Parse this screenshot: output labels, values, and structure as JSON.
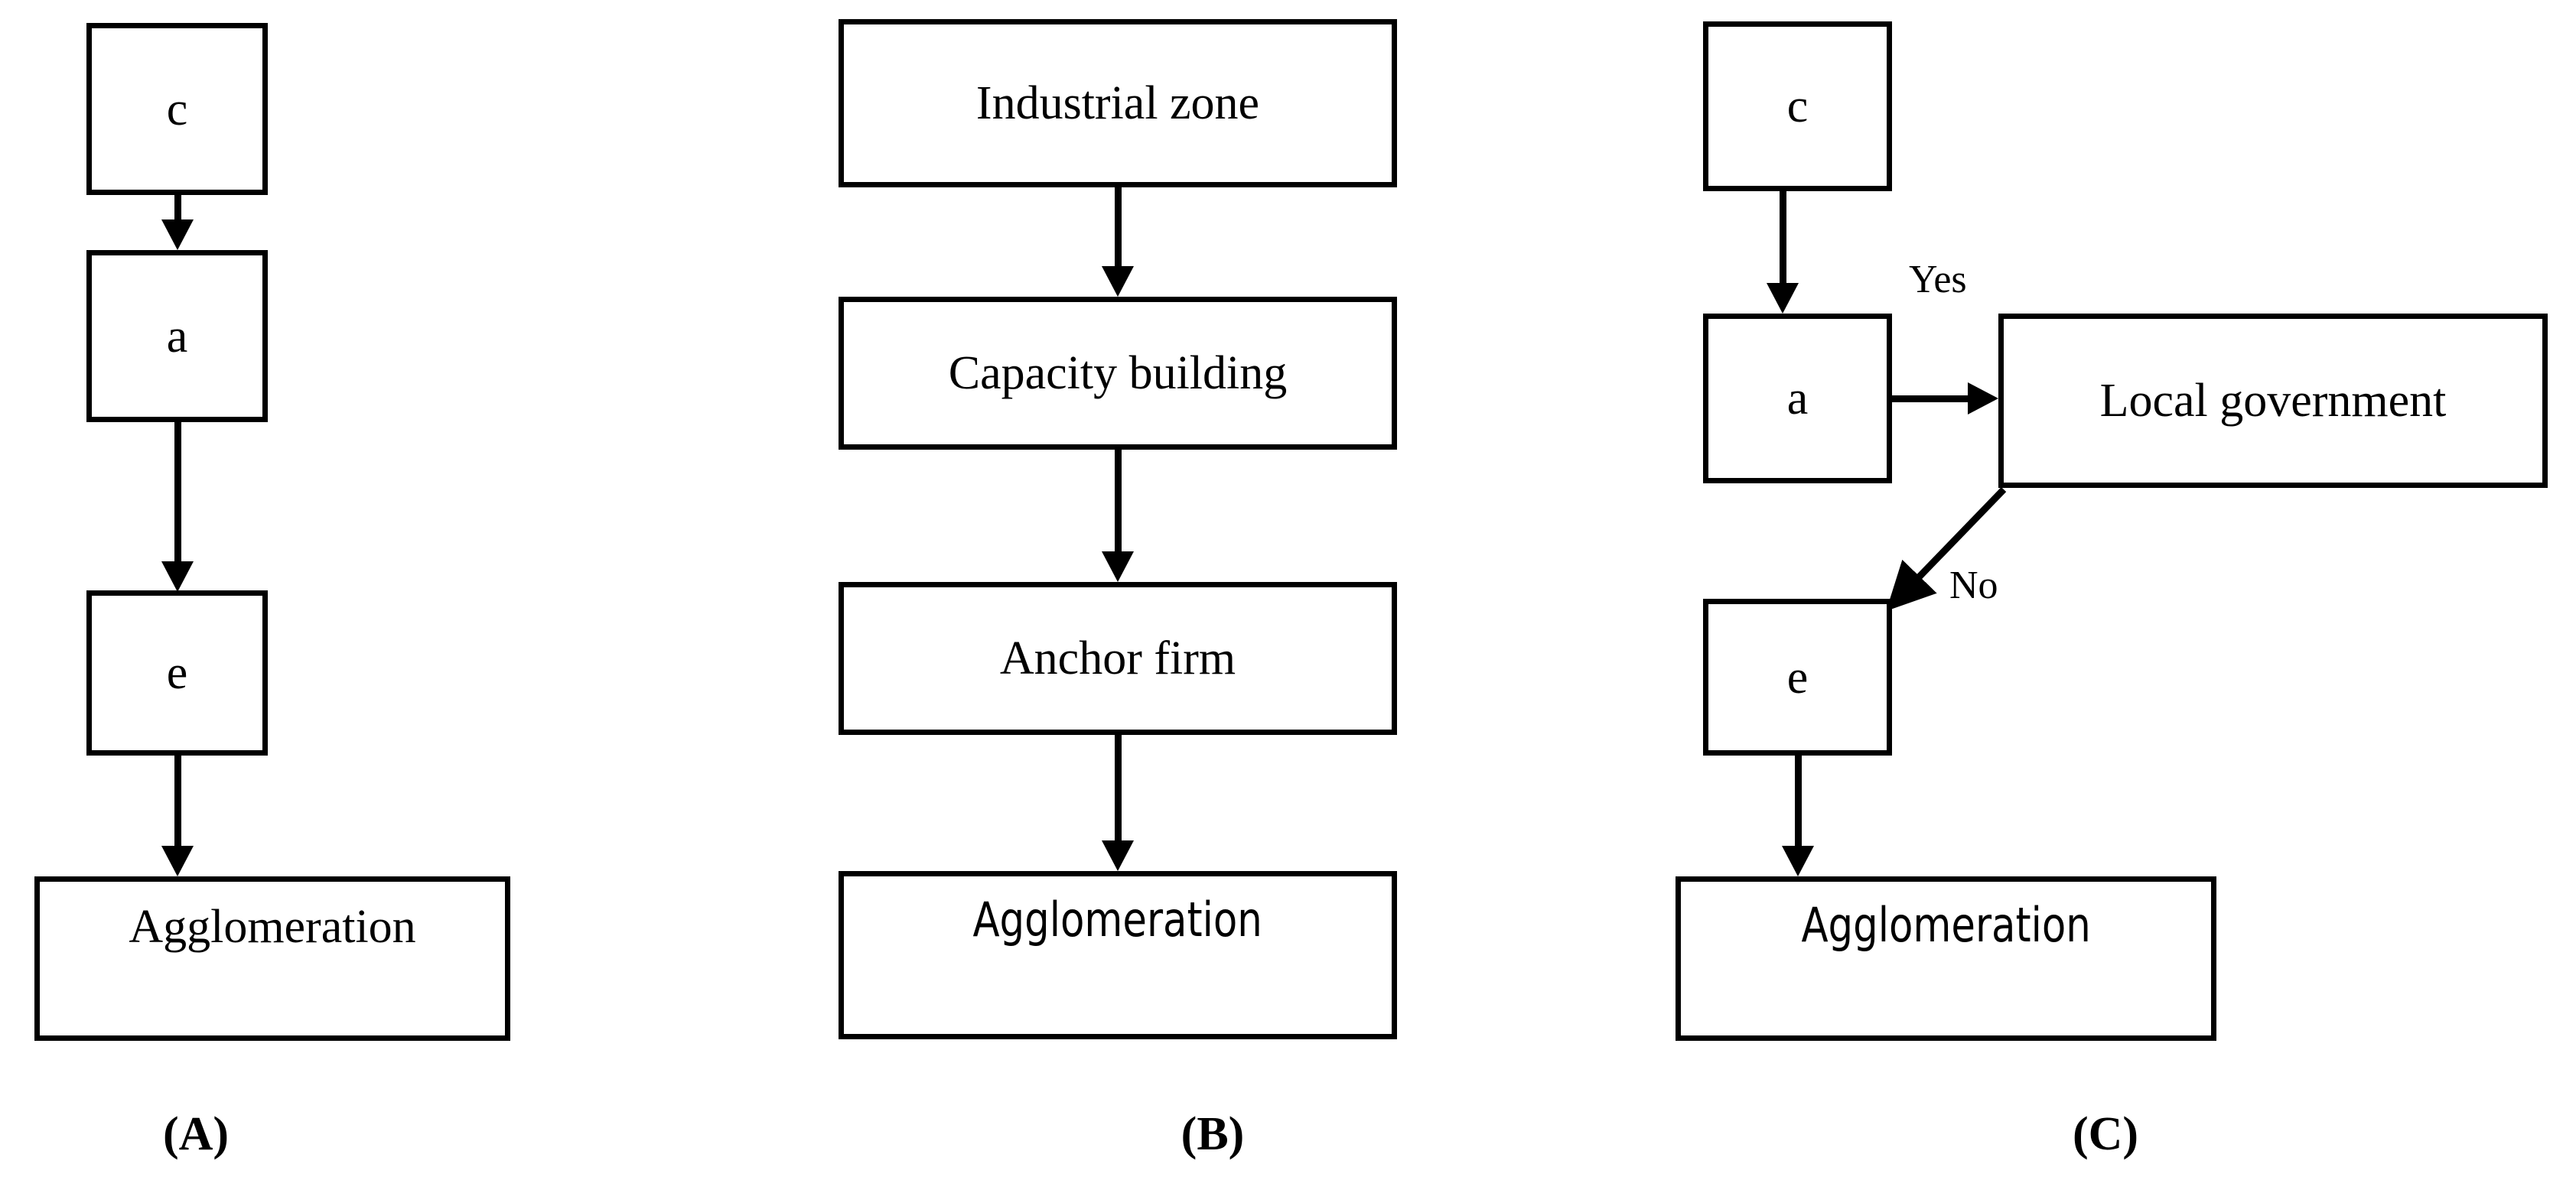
{
  "figure": {
    "background_color": "#ffffff",
    "stroke_color": "#000000",
    "panel_count": 3
  },
  "panels": [
    {
      "caption": "(A)",
      "nodes": [
        {
          "id": "a-c",
          "label": "c"
        },
        {
          "id": "a-a",
          "label": "a"
        },
        {
          "id": "a-e",
          "label": "e"
        },
        {
          "id": "a-agglomeration",
          "label": "Agglomeration"
        }
      ],
      "edges": [
        {
          "from": "c",
          "to": "a",
          "label": ""
        },
        {
          "from": "a",
          "to": "e",
          "label": ""
        },
        {
          "from": "e",
          "to": "Agglomeration",
          "label": ""
        }
      ]
    },
    {
      "caption": "(B)",
      "nodes": [
        {
          "id": "b-industrial-zone",
          "label": "Industrial zone"
        },
        {
          "id": "b-capacity-building",
          "label": "Capacity  building"
        },
        {
          "id": "b-anchor-firm",
          "label": "Anchor  firm"
        },
        {
          "id": "b-agglomeration",
          "label": "Agglomeration"
        }
      ],
      "edges": [
        {
          "from": "Industrial zone",
          "to": "Capacity building",
          "label": ""
        },
        {
          "from": "Capacity building",
          "to": "Anchor firm",
          "label": ""
        },
        {
          "from": "Anchor firm",
          "to": "Agglomeration",
          "label": ""
        }
      ]
    },
    {
      "caption": "(C)",
      "nodes": [
        {
          "id": "c-c",
          "label": "c"
        },
        {
          "id": "c-a",
          "label": "a"
        },
        {
          "id": "c-local-government",
          "label": "Local government"
        },
        {
          "id": "c-e",
          "label": "e"
        },
        {
          "id": "c-agglomeration",
          "label": "Agglomeration"
        }
      ],
      "edges": [
        {
          "from": "c",
          "to": "a",
          "label": ""
        },
        {
          "from": "a",
          "to": "Local government",
          "label": "Yes"
        },
        {
          "from": "Local government",
          "to": "e",
          "label": "No"
        },
        {
          "from": "e",
          "to": "Agglomeration",
          "label": ""
        }
      ],
      "edge_labels": {
        "yes": "Yes",
        "no": "No"
      }
    }
  ]
}
